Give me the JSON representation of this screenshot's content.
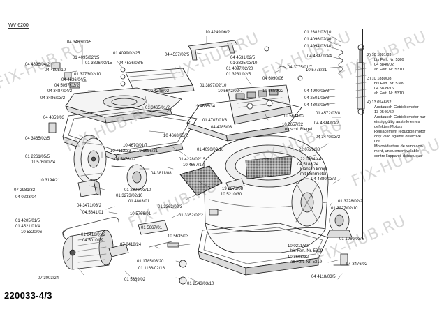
{
  "model_label": "WV 6200",
  "document_number": "220033-4/3",
  "watermark_text": "FIX-HUB.RU",
  "parts": {
    "p1": "04 3463/03/5",
    "p2": "04 4896/04/2",
    "p3": "04 4895/10",
    "p4": "01 4095/02/25",
    "p5": "01 3826/03/15",
    "p6": "01 4099/02/25",
    "p7": "01 3273/02/10",
    "p8": "04 4536/04/5",
    "p9": "04 5057/03/2",
    "p10": "04 3487/04/2",
    "p11": "04 3486/03/2",
    "p12": "04 4536/03/5",
    "p13": "10 4248/02",
    "p14": "01 3465/01/2",
    "p15": "04 4859/03",
    "p16": "04 3465/02/5",
    "p17": "01 2261/05/5",
    "p18": "01 5760/02/4",
    "p19": "10 7112/33",
    "p20": "04 5078/12",
    "p21": "10 4670/01/7",
    "p22": "19 1656/21",
    "p23": "10 4668/03/2",
    "p24": "10 4249/06/2",
    "p25": "04 4537/02/5",
    "p26": "04 4531/02/5",
    "p27": "01 3825/03/10",
    "p28": "01 4097/02/20",
    "p29": "01 3231/02/5",
    "p30": "01 3897/02/10",
    "p31": "10 5642/02",
    "p32": "10 5659/22",
    "p33": "19 4635/34",
    "p34": "01 4707/01/3",
    "p35": "04 4285/03",
    "p36": "04 6090/06",
    "p37": "01 2382/03/10",
    "p38": "01 4096/02/40",
    "p39": "01 4094/03/10",
    "p40": "04 4897/03/4",
    "p41": "10 5778/21",
    "p42": "04 3775/01/7",
    "p43": "04 4900/03/2",
    "p44": "04 2501/03/2",
    "p45": "04 4302/03/4",
    "p46": "10 5644/02",
    "p47": "10 5657/22",
    "p48": "einschl. Riegel",
    "p49": "01 4572/03/8",
    "p50": "04 4894/03/2",
    "p51": "04 3470/03/2",
    "p52": "22 0729/38",
    "p53": "22 0664/44",
    "p54": "04 5188/24",
    "p55": "Flansch kompl.",
    "p56": "mit Rohrnieten",
    "p57": "04 4880/03/2",
    "p58": "04 3811/08",
    "p59": "01 4228/02/15",
    "p60": "10 4667/17",
    "p61": "01 4090/02/10",
    "p62": "01 2390/03/10",
    "p63": "01 3273/02/10",
    "p64": "01 4803/01",
    "p65": "19 1871/08",
    "p66": "10 5210/30",
    "p67": "07 2981/32",
    "p68": "04 0233/04",
    "p69": "04 3471/03/2",
    "p70": "04 5841/01",
    "p71": "01 3362/02/3",
    "p72": "01 3352/02/2",
    "p73": "10 5766/01",
    "p74": "01 3228/02/2",
    "p75": "01 3227/02/10",
    "p76": "01 4205/01/5",
    "p77": "01 4521/01/4",
    "p78": "10 5320/06",
    "p79": "01 6416/01/2",
    "p80": "04 5010/09",
    "p81": "10 5635/03",
    "p82": "01 5667/01",
    "p83": "07 2418/24",
    "p84": "10 3194/21",
    "p85": "01 1960/03/5",
    "p86": "04 3476/02",
    "p87": "10 0211/32",
    "p88": "bis Fert. Nr. 5309",
    "p89": "10 8608/32",
    "p90": "ab Fert. Nr. 5310",
    "p91": "07 3003/24",
    "p92": "01 1785/03/20",
    "p93": "01 1166/02/16",
    "p94": "01 5669/02",
    "p95": "01 2543/03/10",
    "p96": "04 4118/03/5"
  },
  "notes": {
    "n1a": "2)  10 1881/03",
    "n1b": "bis Fert. Nr. 5309",
    "n1c": "04 3840/02",
    "n1d": "ab Fert. Nr. 5310",
    "n2a": "3)  10 1880/08",
    "n2b": "bis Fert. Nr. 5309",
    "n2c": "04 5839/16",
    "n2d": "ab Fert. Nr. 5310",
    "n3a": "4)  13 0546/52",
    "n3b": "Austausch-Getriebemotor",
    "n3c": "13 0546/52",
    "n3d": "Austausch-Getriebemotor nur",
    "n3e": "einzig gültig anstelle eines",
    "n3f": "defekten Motors",
    "n3g": "Replacement reduction motor",
    "n3h": "only valid against defective",
    "n3i": "unit",
    "n3j": "Motoréducteur de remplace-",
    "n3k": "ment, uniquement valable",
    "n3l": "contre l'appareil défectueux"
  }
}
